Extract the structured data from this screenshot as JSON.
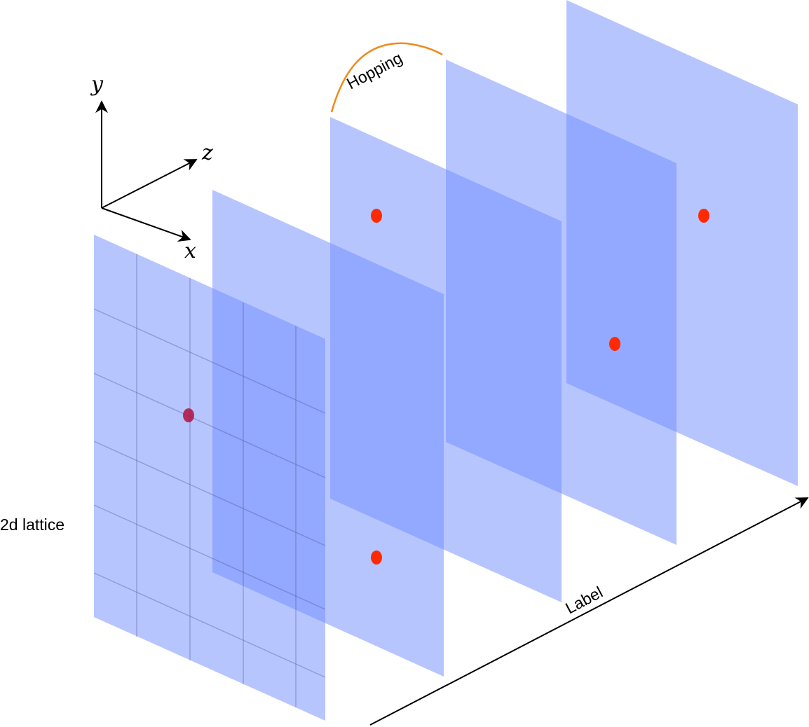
{
  "axes": {
    "x_label": "x",
    "y_label": "y",
    "z_label": "z"
  },
  "labels": {
    "lattice": "2d lattice",
    "hopping": "Hopping",
    "label_axis": "Label"
  },
  "colors": {
    "plane_fill": "#6f8cff",
    "site": "#ff2a00",
    "hopping_arc": "#f08a1c"
  },
  "planes_count": 5,
  "sites_count": 5
}
